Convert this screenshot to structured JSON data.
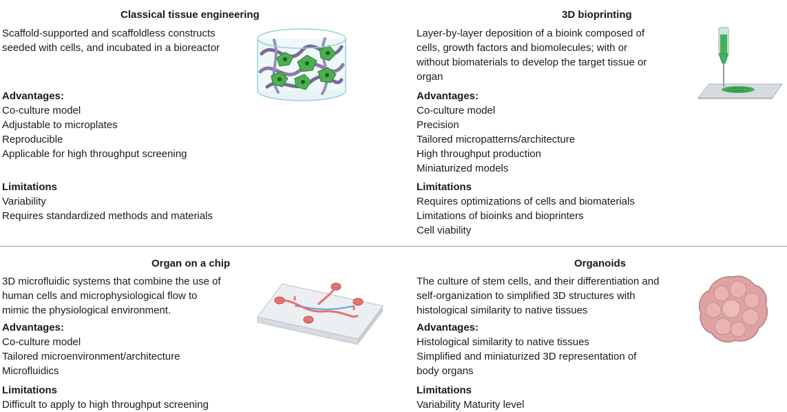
{
  "panels": {
    "classical": {
      "title": "Classical tissue engineering",
      "description": "Scaffold-supported and scaffoldless constructs seeded with cells, and incubated in a bioreactor",
      "advantages_heading": "Advantages:",
      "advantages": [
        "Co-culture model",
        "Adjustable to microplates",
        "Reproducible",
        "Applicable for high throughput screening"
      ],
      "limitations_heading": "Limitations",
      "limitations": [
        "Variability",
        "Requires standardized methods and materials"
      ]
    },
    "bioprinting": {
      "title": "3D bioprinting",
      "description": "Layer-by-layer deposition of a bioink composed of cells, growth factors and biomolecules; with or without biomaterials to develop the target tissue or organ",
      "advantages_heading": "Advantages:",
      "advantages": [
        "Co-culture model",
        "Precision",
        "Tailored micropatterns/architecture",
        "High throughput production",
        "Miniaturized models"
      ],
      "limitations_heading": "Limitations",
      "limitations": [
        "Requires optimizations of cells and biomaterials",
        "Limitations of bioinks and bioprinters",
        "Cell viability"
      ]
    },
    "chip": {
      "title": "Organ on a chip",
      "description": "3D microfluidic systems that combine the use of human cells and microphysiological flow to mimic the physiological environment.",
      "advantages_heading": "Advantages:",
      "advantages": [
        "Co-culture model",
        "Tailored microenvironment/architecture",
        "Microfluidics"
      ],
      "limitations_heading": "Limitations",
      "limitations": [
        "Difficult to apply to high throughput screening"
      ]
    },
    "organoids": {
      "title": "Organoids",
      "description": "The culture of stem cells, and their differentiation and self-organization to simplified 3D structures with histological similarity to native tissues",
      "advantages_heading": "Advantages:",
      "advantages": [
        "Histological similarity to native tissues",
        "Simplified and miniaturized 3D representation of body organs"
      ],
      "limitations_heading": "Limitations",
      "limitations": [
        "Variability Maturity level"
      ]
    }
  },
  "colors": {
    "cell_green": "#4caf50",
    "fiber_purple": "#7b6a9c",
    "chip_red": "#e57373",
    "organoid_pink": "#e0a3a3",
    "bioink_green": "#43b05c"
  }
}
